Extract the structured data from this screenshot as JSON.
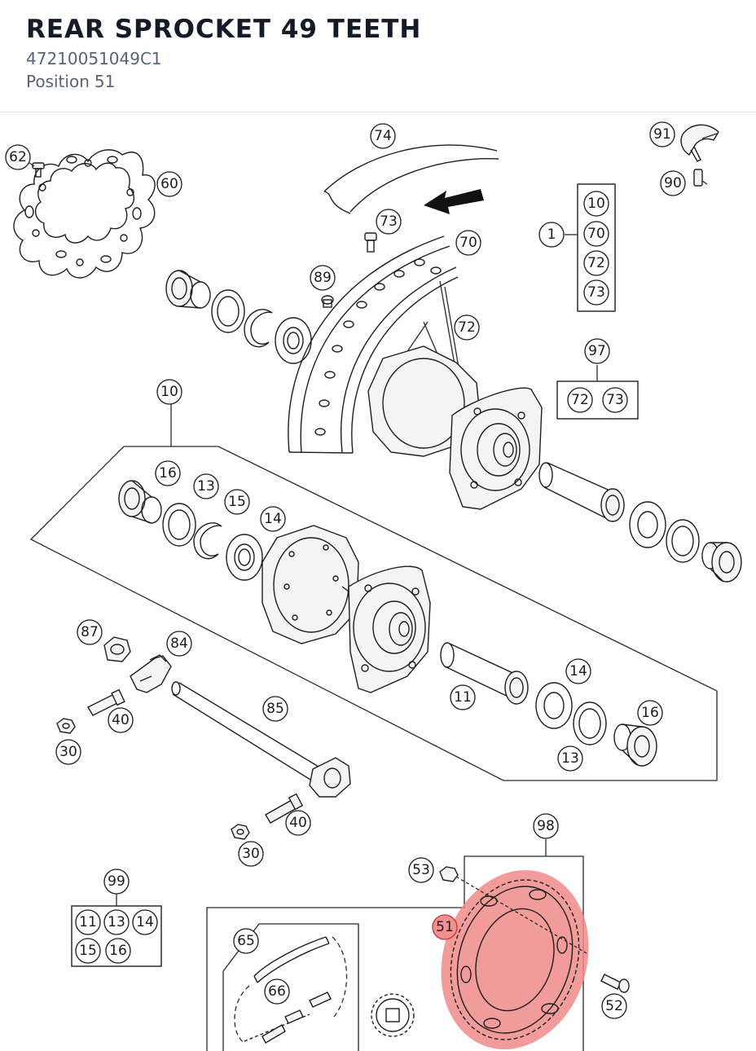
{
  "header": {
    "title": "REAR SPROCKET 49 TEETH",
    "part_number": "47210051049C1",
    "position_label": "Position",
    "position_value": "51"
  },
  "diagram": {
    "highlight_color": "#f08a8a",
    "callouts": {
      "c62": "62",
      "c60": "60",
      "c74": "74",
      "c91": "91",
      "c90": "90",
      "c73a": "73",
      "c70a": "70",
      "c89": "89",
      "c72a": "72",
      "g1_1": "1",
      "g1_10": "10",
      "g1_70": "70",
      "g1_72": "72",
      "g1_73": "73",
      "c97": "97",
      "g97_72": "72",
      "g97_73": "73",
      "c10": "10",
      "c16a": "16",
      "c13a": "13",
      "c15": "15",
      "c14a": "14",
      "c87": "87",
      "c84": "84",
      "c40a": "40",
      "c30a": "30",
      "c85": "85",
      "c11": "11",
      "c14b": "14",
      "c16b": "16",
      "c13b": "13",
      "c40b": "40",
      "c30b": "30",
      "c98": "98",
      "c53": "53",
      "c51": "51",
      "c52": "52",
      "c99": "99",
      "g99_11": "11",
      "g99_13": "13",
      "g99_14": "14",
      "g99_15": "15",
      "g99_16": "16",
      "c65": "65",
      "c66": "66"
    }
  }
}
